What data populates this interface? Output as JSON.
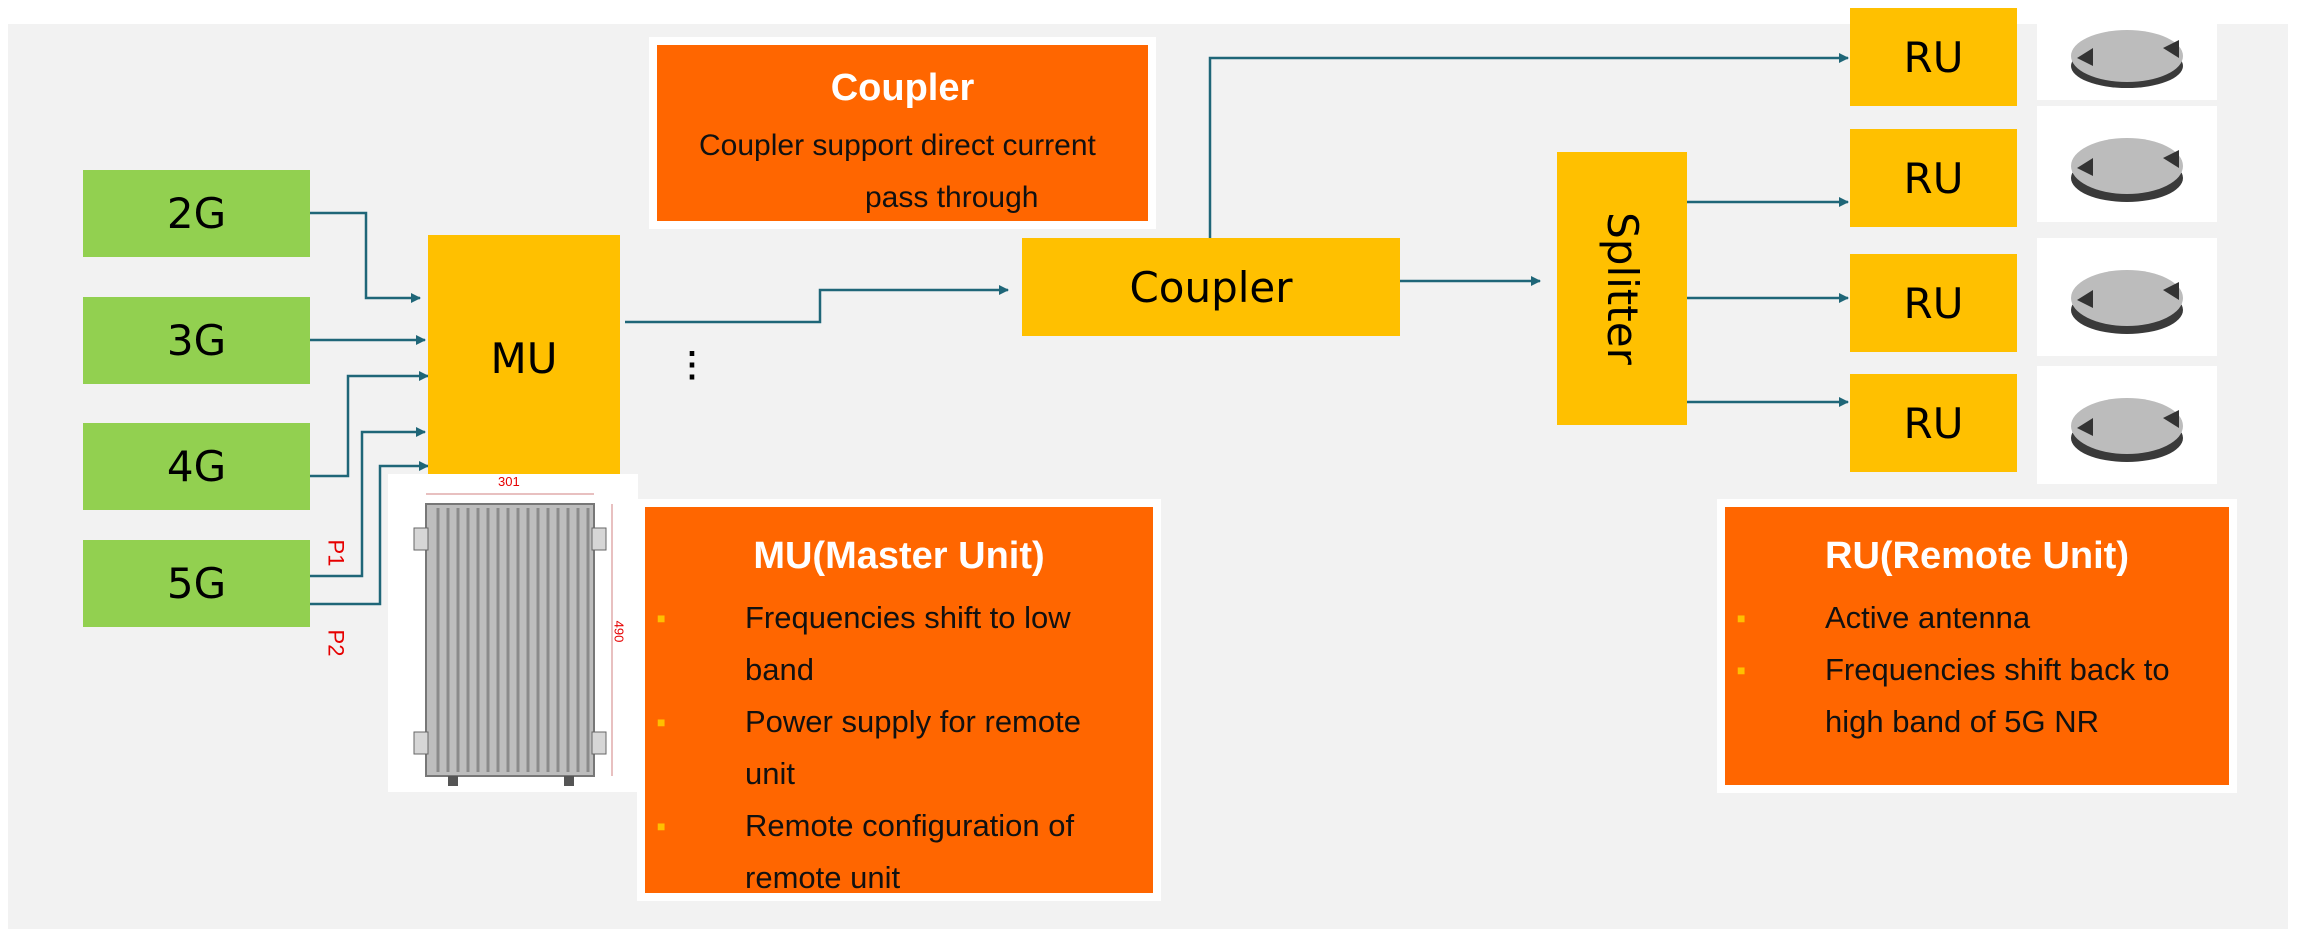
{
  "bands": [
    "2G",
    "3G",
    "4G",
    "5G"
  ],
  "mu": {
    "label": "MU",
    "ellipsis": "⋮"
  },
  "ports": {
    "p1": "P1",
    "p2": "P2"
  },
  "coupler": {
    "label": "Coupler"
  },
  "splitter": {
    "label": "Splitter"
  },
  "ru_units": [
    "RU",
    "RU",
    "RU",
    "RU"
  ],
  "coupler_box": {
    "title": "Coupler",
    "line1": "Coupler support direct current",
    "line2": "pass through"
  },
  "mu_box": {
    "title": "MU(Master Unit)",
    "items": [
      {
        "line1": "Frequencies shift to low",
        "line2": "band"
      },
      {
        "line1": "Power supply for remote",
        "line2": "unit"
      },
      {
        "line1": "Remote  configuration of",
        "line2": "remote unit"
      }
    ]
  },
  "ru_box": {
    "title": "RU(Remote Unit)",
    "items": [
      {
        "line1": "Active antenna"
      },
      {
        "line1": "Frequencies shift back to",
        "line2": "high band of 5G NR"
      }
    ]
  },
  "drawing_dims": {
    "width": "301",
    "height": "490"
  },
  "colors": {
    "band": "#92d050",
    "unit": "#ffc000",
    "info": "#ff6600",
    "connector": "#1f6678",
    "bullet": "#ffc000",
    "dims": "#e60000"
  }
}
